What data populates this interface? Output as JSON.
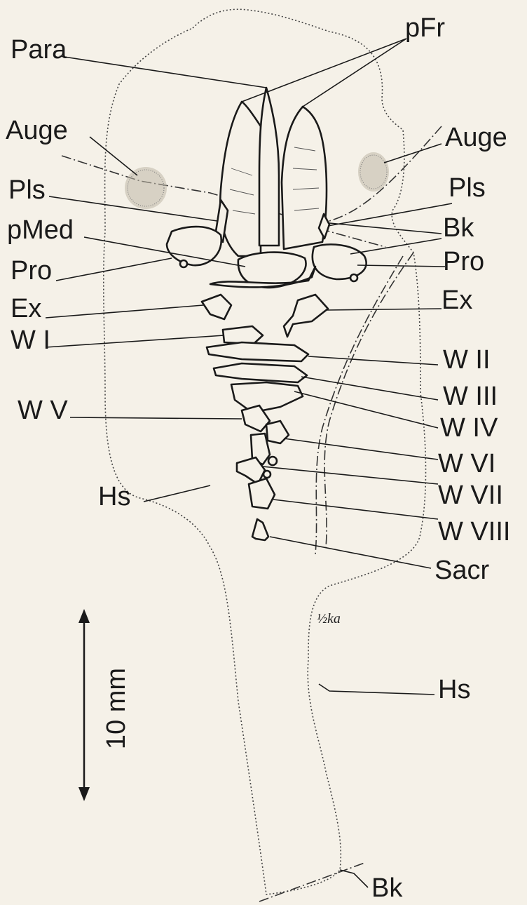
{
  "labels": {
    "para": "Para",
    "pfr": "pFr",
    "auge_left": "Auge",
    "auge_right": "Auge",
    "pls_left": "Pls",
    "pls_right": "Pls",
    "pmed": "pMed",
    "bk_upper": "Bk",
    "pro_left": "Pro",
    "pro_right": "Pro",
    "ex_left": "Ex",
    "ex_right": "Ex",
    "w1": "W I",
    "w2": "W II",
    "w3": "W III",
    "w4": "W IV",
    "w5": "W V",
    "w6": "W VI",
    "w7": "W VII",
    "w8": "W VIII",
    "hs_upper": "Hs",
    "hs_lower": "Hs",
    "sacr": "Sacr",
    "bk_lower": "Bk"
  },
  "scale_bar": {
    "label": "10 mm"
  },
  "specimen_mark": "½ka"
}
